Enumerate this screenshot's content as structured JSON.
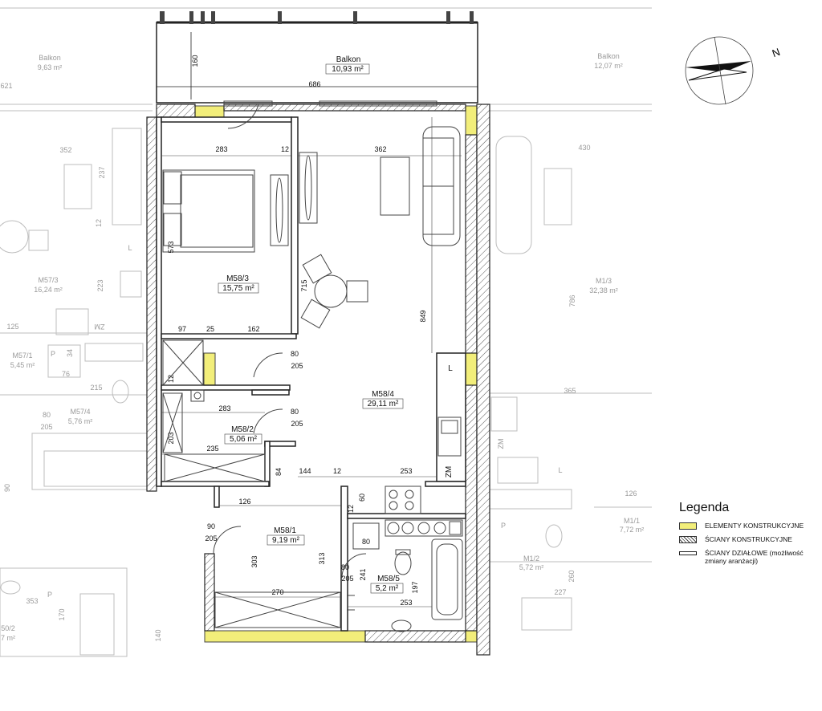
{
  "rooms": [
    {
      "id": "M58/3",
      "area": "15,75 m²"
    },
    {
      "id": "M58/4",
      "area": "29,11 m²"
    },
    {
      "id": "M58/2",
      "area": "5,06 m²"
    },
    {
      "id": "M58/1",
      "area": "9,19 m²"
    },
    {
      "id": "M58/5",
      "area": "5,2 m²"
    },
    {
      "id": "Balkon",
      "area": "10,93 m²"
    }
  ],
  "neighbors": [
    {
      "id": "Balkon",
      "area": "9,63 m²"
    },
    {
      "id": "Balkon",
      "area": "12,07 m²"
    },
    {
      "id": "M57/3",
      "area": "16,24 m²"
    },
    {
      "id": "M57/1",
      "area": "5,45 m²"
    },
    {
      "id": "M57/4",
      "area": "5,76 m²"
    },
    {
      "id": "M1/3",
      "area": "32,38 m²"
    },
    {
      "id": "M1/1",
      "area": "7,72 m²"
    },
    {
      "id": "M1/2",
      "area": "5,72 m²"
    },
    {
      "id": "50/2",
      "area": "7 m²"
    }
  ],
  "dimensions": {
    "balcony_width": "686",
    "balcony_depth": "160",
    "bed_w": "283",
    "gap": "12",
    "living_w": "362",
    "bed_h": "573",
    "bed_d1": "97",
    "bed_d2": "25",
    "bed_d3": "162",
    "living_h": "849",
    "table_h": "715",
    "door1_w": "80",
    "door1_h": "205",
    "door2_w": "80",
    "door2_h": "205",
    "wardrobe_w": "283",
    "wardrobe_h": "203",
    "wardrobe_b": "235",
    "hall_top": "12",
    "hall_side": "84",
    "hall_w": "144",
    "hall_gap": "12",
    "kitchen_w": "253",
    "hall1_w": "126",
    "entry_w": "90",
    "entry_h": "205",
    "hall1_h": "303",
    "hall1_b": "270",
    "bath_h": "313",
    "bath_door_w": "80",
    "bath_door_h": "205",
    "bath_w": "253",
    "bath_d": "241",
    "bath_d2": "197",
    "bath_small": "80",
    "kit_small1": "12",
    "kit_small2": "60",
    "ghost_352": "352",
    "ghost_237": "237",
    "ghost_223": "223",
    "ghost_125": "125",
    "ghost_76": "76",
    "ghost_215": "215",
    "ghost_80": "80",
    "ghost_205": "205",
    "ghost_430": "430",
    "ghost_786": "786",
    "ghost_365": "365",
    "ghost_126": "126",
    "ghost_227": "227",
    "ghost_260": "260",
    "ghost_353": "353",
    "ghost_170": "170",
    "ghost_140": "140",
    "ghost_621": "621",
    "ghost_25": "25",
    "ghost_12": "12",
    "ghost_90": "90",
    "ghost_34": "34"
  },
  "fixtures": {
    "fridge": "L",
    "kitchen_zm": "ZM",
    "ghost_l": "L",
    "ghost_zm": "ZM",
    "ghost_p": "P"
  },
  "compass": {
    "letter": "N"
  },
  "legend": {
    "title": "Legenda",
    "items": [
      {
        "label": "ELEMENTY KONSTRUKCYJNE",
        "kind": "structural"
      },
      {
        "label": "ŚCIANY KONSTRUKCYJNE",
        "kind": "hatched"
      },
      {
        "label": "ŚCIANY DZIAŁOWE (możliwość zmiany aranżacji)",
        "kind": "partition"
      }
    ]
  },
  "colors": {
    "structural": "#f2ee7a",
    "wall": "#222222",
    "ghost": "#9a9a9a"
  }
}
